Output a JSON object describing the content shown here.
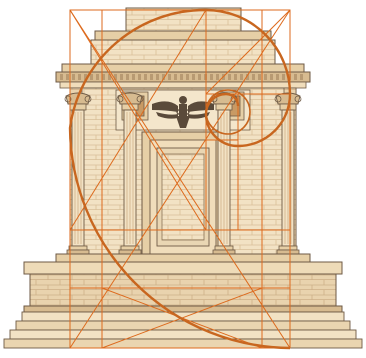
{
  "illustration": {
    "subject": "ancient-temple-facade",
    "emblem": "winged-figure-emblem",
    "overlay": "golden-ratio-spiral-and-rectangles"
  },
  "colors": {
    "background": "#ffffff",
    "stone_light": "#f2e2c4",
    "stone_mid": "#e6cfa6",
    "stone_shadow": "#cdb088",
    "stone_dark": "#a98a63",
    "outline": "#6e5a45",
    "window_fill": "#c89a64",
    "overlay_orange": "#dd6a1d",
    "overlay_spiral": "#c8661f"
  }
}
